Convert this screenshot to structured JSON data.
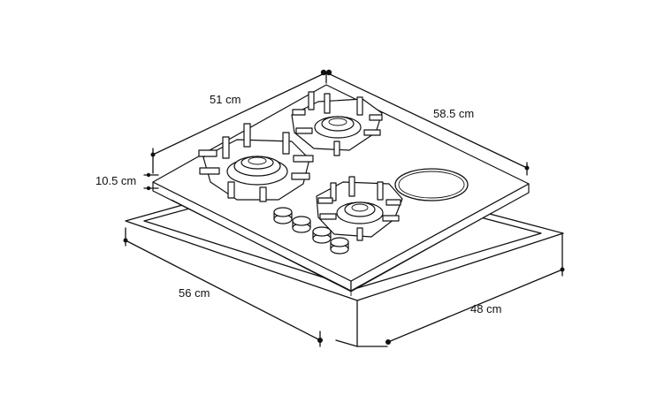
{
  "diagram": {
    "dimensions": {
      "width_top": "51 cm",
      "depth_top": "58.5 cm",
      "height": "10.5 cm",
      "cutout_width": "56 cm",
      "cutout_depth": "48 cm"
    },
    "components": {
      "burners": 3,
      "electric_plates": 1,
      "knobs": 4
    },
    "colors": {
      "line": "#111111",
      "background": "#ffffff"
    }
  }
}
